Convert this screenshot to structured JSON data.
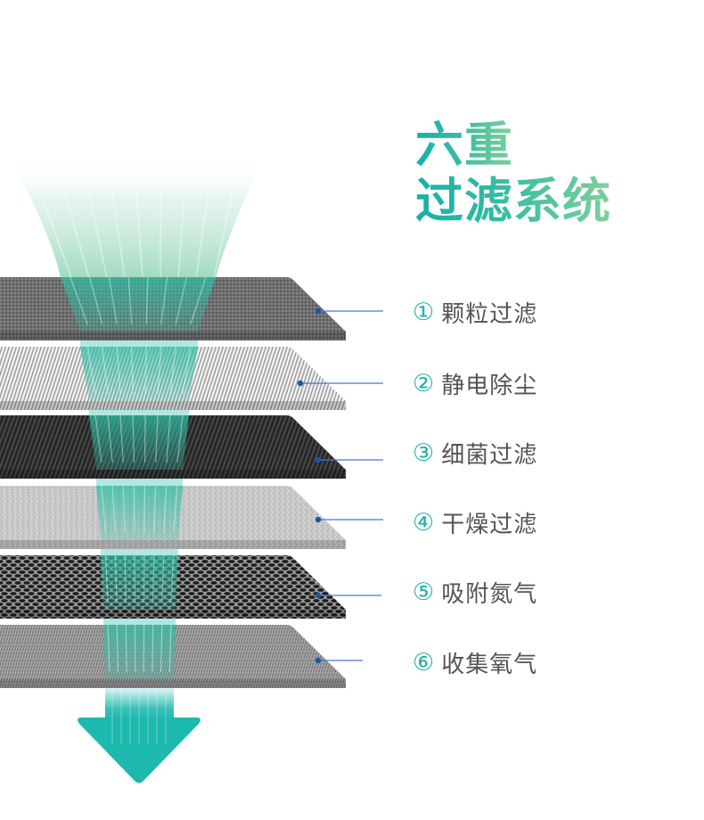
{
  "title": {
    "line1": "六重",
    "line2": "过滤系统",
    "gradient": [
      "#17b1aa",
      "#7fd09a"
    ]
  },
  "layers": [
    {
      "number": "①",
      "label": "颗粒过滤",
      "texture": "fine-mesh",
      "color": "#6e6e6e"
    },
    {
      "number": "②",
      "label": "静电除尘",
      "texture": "pleated-white",
      "color": "#e6e6e6"
    },
    {
      "number": "③",
      "label": "细菌过滤",
      "texture": "dark-ribbed",
      "color": "#2b2b2b"
    },
    {
      "number": "④",
      "label": "干燥过滤",
      "texture": "speckled-light",
      "color": "#c4c4c4"
    },
    {
      "number": "⑤",
      "label": "吸附氮气",
      "texture": "honeycomb-dark",
      "color": "#3a3a3a"
    },
    {
      "number": "⑥",
      "label": "收集氧气",
      "texture": "woven-gray",
      "color": "#8a8a8a"
    }
  ],
  "colors": {
    "accent": "#1db8ae",
    "pointer_line": "#4a78c8",
    "pointer_dot": "#1f55a8",
    "label_text": "#545454"
  },
  "icons": {
    "airflow_arrow": "down-arrow-icon"
  }
}
